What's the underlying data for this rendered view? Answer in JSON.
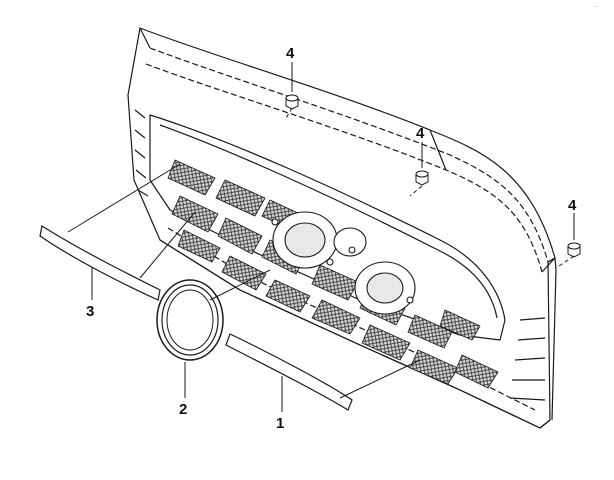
{
  "diagram": {
    "corner_mark": "- -",
    "parts": [
      {
        "key": "p1",
        "label": "1"
      },
      {
        "key": "p2",
        "label": "2"
      },
      {
        "key": "p3",
        "label": "3"
      },
      {
        "key": "p4a",
        "label": "4"
      },
      {
        "key": "p4b",
        "label": "4"
      },
      {
        "key": "p4c",
        "label": "4"
      }
    ],
    "colors": {
      "line": "#1a1a1a",
      "mesh": "#9a9a9a",
      "mesh_dark": "#3a3a3a",
      "background": "#ffffff"
    }
  }
}
